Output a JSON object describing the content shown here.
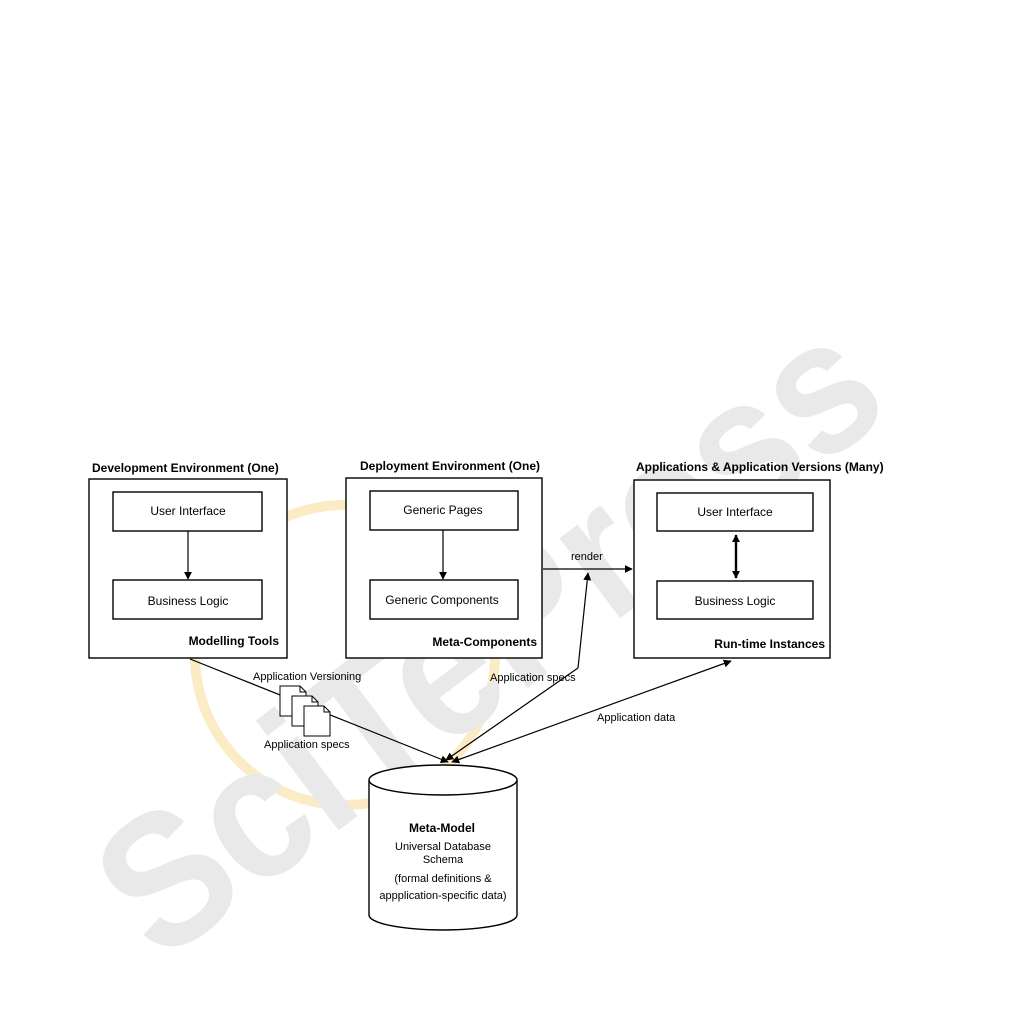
{
  "watermark": {
    "brand": "SciTePress",
    "color_text": "#e9e9e9",
    "color_ring": "#fbecc6"
  },
  "development_env": {
    "title": "Development Environment (One)",
    "box_top": "User Interface",
    "box_bottom": "Business Logic",
    "footer": "Modelling Tools"
  },
  "deployment_env": {
    "title": "Deployment Environment (One)",
    "box_top": "Generic Pages",
    "box_bottom": "Generic Components",
    "footer": "Meta-Components"
  },
  "applications": {
    "title": "Applications & Application Versions (Many)",
    "box_top": "User Interface",
    "box_bottom": "Business Logic",
    "footer": "Run-time Instances"
  },
  "connectors": {
    "render": "render",
    "app_versioning": "Application Versioning",
    "app_specs_left": "Application specs",
    "app_specs_mid": "Application  specs",
    "app_data": "Application data"
  },
  "database": {
    "title": "Meta-Model",
    "line1": "Universal Database",
    "line2": "Schema",
    "line3": "(formal definitions &",
    "line4": "appplication-specific data)"
  }
}
